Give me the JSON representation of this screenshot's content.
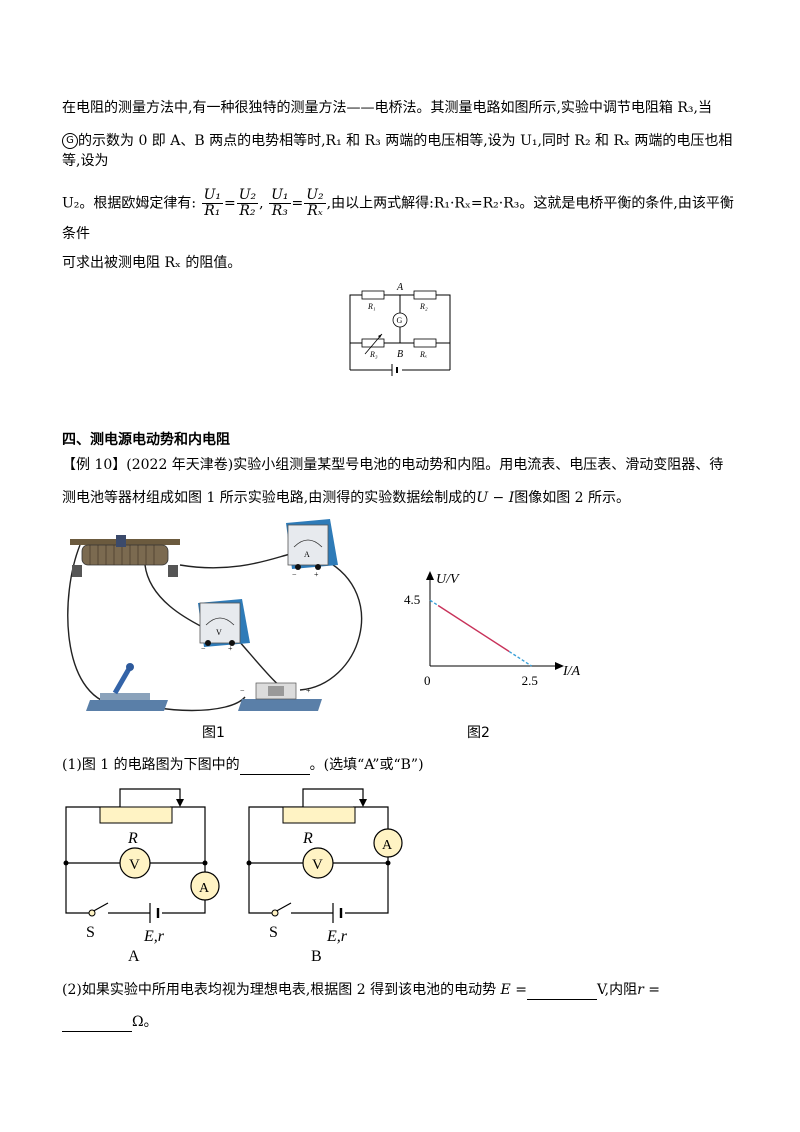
{
  "intro": {
    "line1": "在电阻的测量方法中,有一种很独特的测量方法——电桥法。其测量电路如图所示,实验中调节电阻箱 R₃,当",
    "line2_g": "G",
    "line2": "的示数为 0 即 A、B 两点的电势相等时,R₁ 和 R₃ 两端的电压相等,设为 U₁,同时 R₂ 和 Rₓ 两端的电压也相等,设为",
    "line3_start": "U₂。根据欧姆定律有:",
    "f1n": "U₁",
    "f1d": "R₁",
    "f2n": "U₂",
    "f2d": "R₂",
    "f3n": "U₁",
    "f3d": "R₃",
    "f4n": "U₂",
    "f4d": "Rₓ",
    "line3_end": ",由以上两式解得:R₁·Rₓ=R₂·R₃。这就是电桥平衡的条件,由该平衡条件",
    "line4": "可求出被测电阻 Rₓ 的阻值。"
  },
  "bridge": {
    "A": "A",
    "B": "B",
    "R1": "R₁",
    "R2": "R₂",
    "R3": "R₃",
    "Rx": "Rₓ",
    "G": "G"
  },
  "section": {
    "heading": "四、测电源电动势和内电阻",
    "example_line1": "【例 10】(2022 年天津卷)实验小组测量某型号电池的电动势和内阻。用电流表、电压表、滑动变阻器、待",
    "example_line2a": "测电池等器材组成如图 1 所示实验电路,由测得的实验数据绘制成的",
    "example_ui": "U − I",
    "example_line2b": "图像如图 2 所示。"
  },
  "fig1": {
    "caption": "图1",
    "ammeter": "A",
    "voltmeter": "V",
    "minus": "−",
    "plus": "+"
  },
  "chart_data": {
    "type": "line",
    "ylabel": "U/V",
    "xlabel": "I/A",
    "origin_label": "0",
    "y_intercept_label": "4.5",
    "x_intercept_label": "2.5",
    "series": [
      {
        "x": [
          0,
          2.5
        ],
        "y": [
          4.5,
          0
        ]
      }
    ],
    "xlim": [
      0,
      3.2
    ],
    "ylim": [
      0,
      6.5
    ],
    "caption": "图2",
    "colors": {
      "solid": "#c8325a",
      "dashed": "#3aa0d8"
    }
  },
  "q1": {
    "text_before": "(1)图 1 的电路图为下图中的",
    "text_after": "。(选填“A”或“B”)"
  },
  "circuitA": {
    "R": "R",
    "V": "V",
    "A": "A",
    "S": "S",
    "Er": "E,r",
    "label": "A"
  },
  "circuitB": {
    "R": "R",
    "V": "V",
    "A": "A",
    "S": "S",
    "Er": "E,r",
    "label": "B"
  },
  "q2": {
    "text_before": "(2)如果实验中所用电表均视为理想电表,根据图 2 得到该电池的电动势",
    "E_eq": "E =",
    "unit_V": "V,内阻",
    "r_eq": "r =",
    "unit_ohm": "Ω。"
  }
}
